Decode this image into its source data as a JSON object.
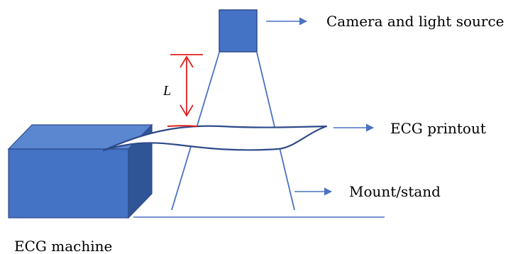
{
  "labels": {
    "camera": "Camera and light source",
    "printout": "ECG printout",
    "mount": "Mount/stand",
    "machine": "ECG machine",
    "distance": "L"
  },
  "colors": {
    "box_front": "#4472C4",
    "box_top": "#5B87D1",
    "box_side": "#2F5597",
    "outline": "#2F4A8A",
    "stand_line": "#4A72C2",
    "arrow": "#4A72C2",
    "dimension": "#E02020",
    "text": "#000000"
  }
}
